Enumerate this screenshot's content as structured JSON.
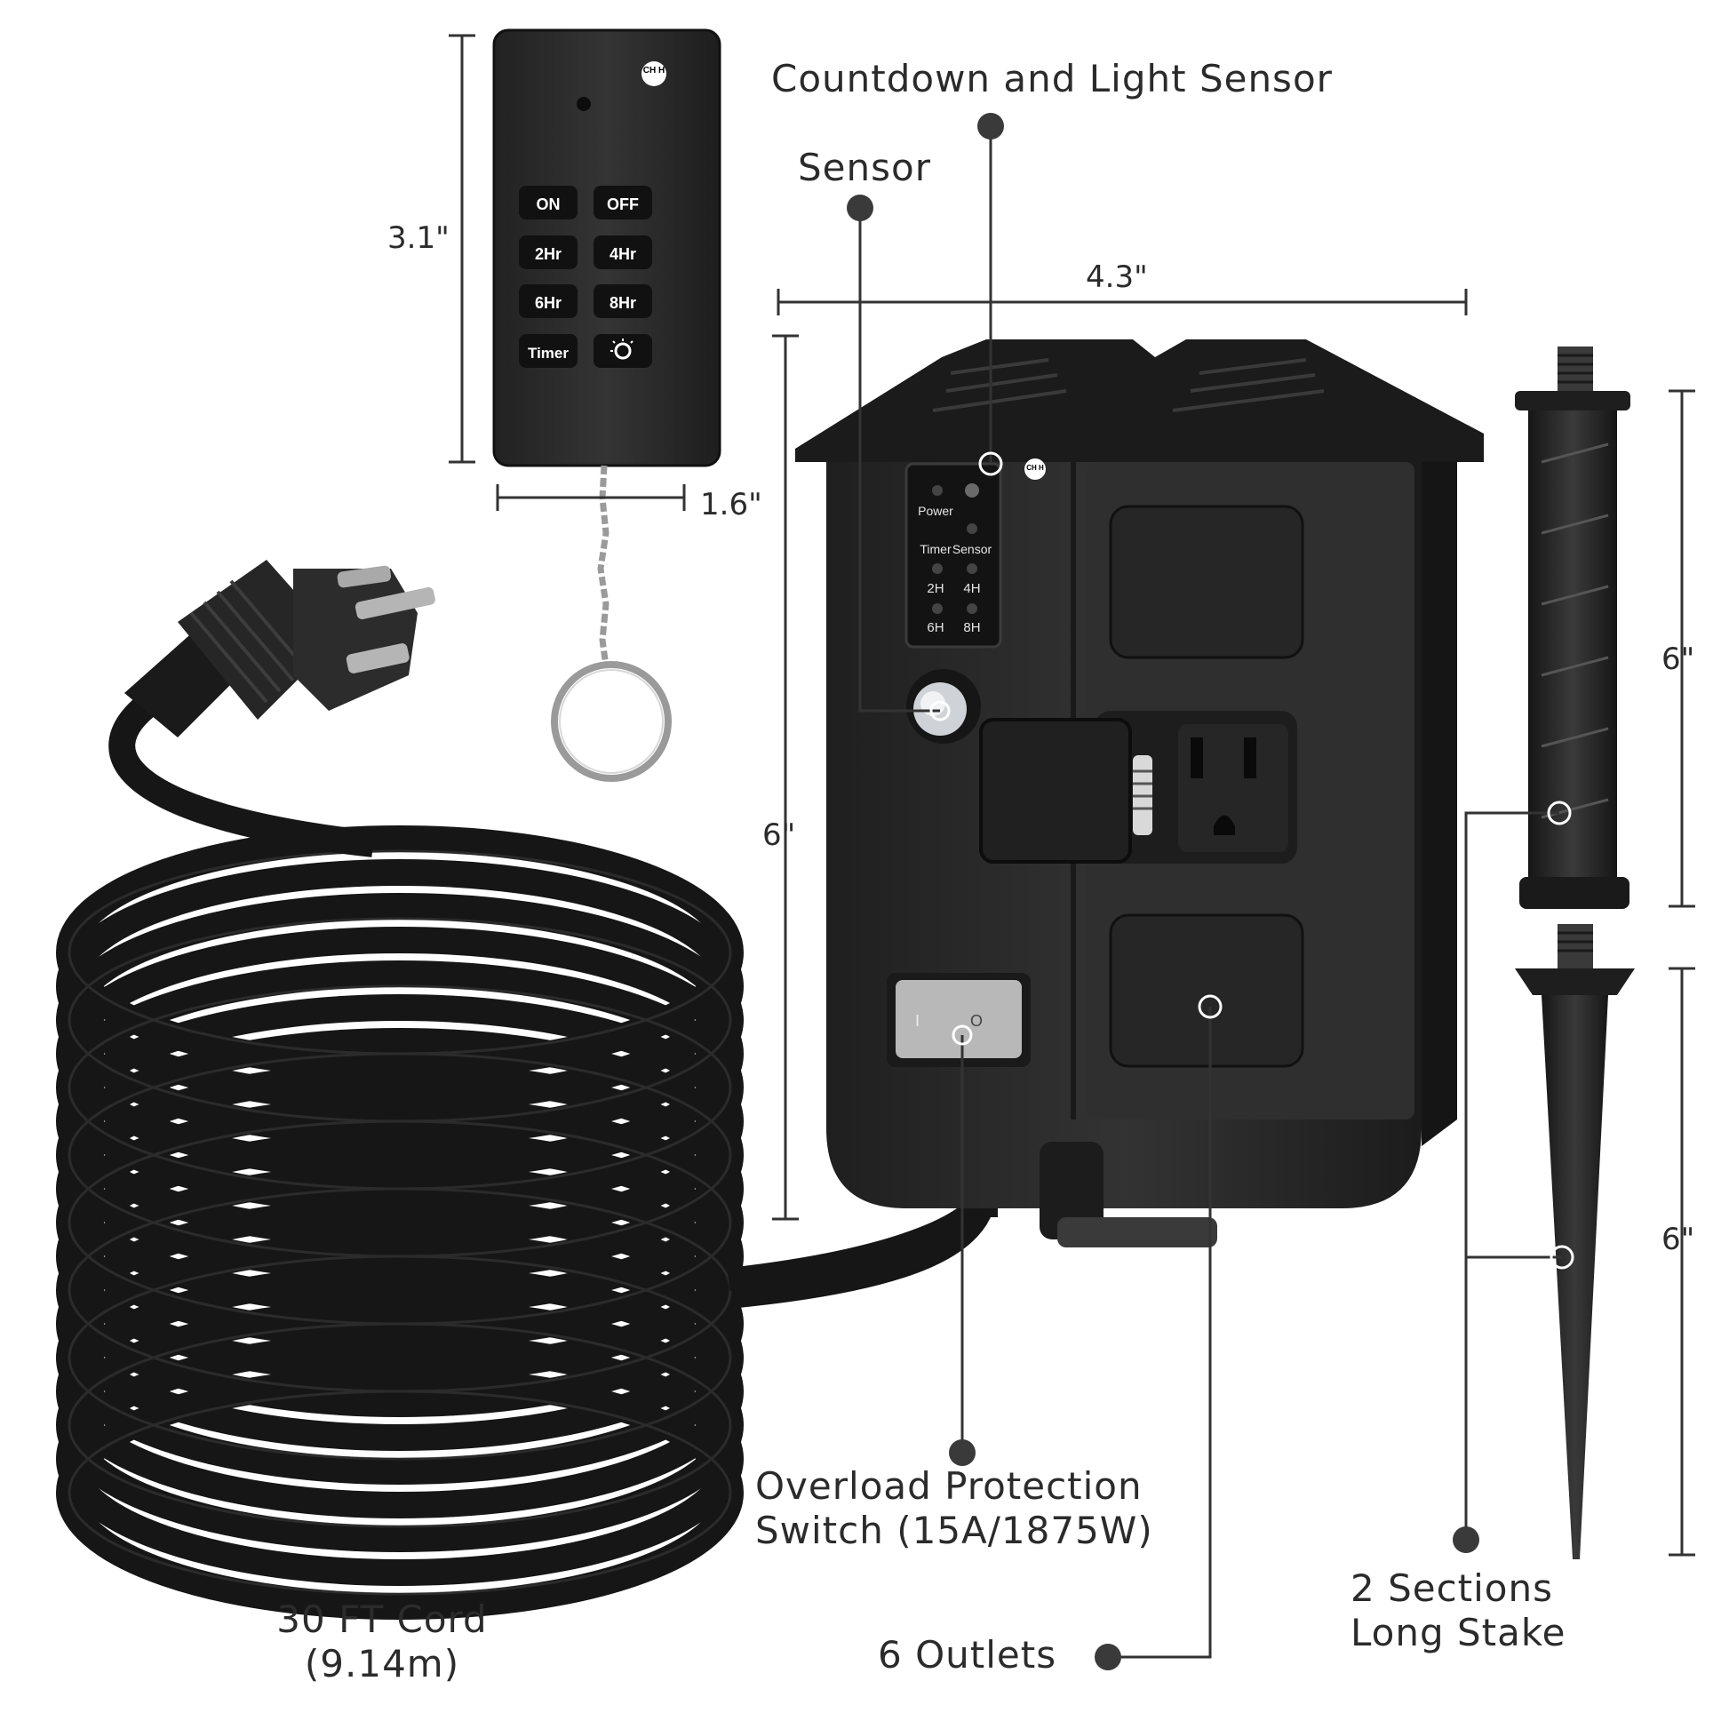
{
  "labels": {
    "countdown_sensor": "Countdown and Light Sensor",
    "sensor": "Sensor",
    "overload_line1": "Overload Protection",
    "overload_line2": "Switch (15A/1875W)",
    "outlets": "6 Outlets",
    "cord_line1": "30 FT Cord",
    "cord_line2": "(9.14m)",
    "stake_line1": "2 Sections",
    "stake_line2": "Long Stake"
  },
  "dimensions": {
    "remote_height": "3.1\"",
    "remote_width": "1.6\"",
    "box_width": "4.3\"",
    "box_height": "6\"",
    "stake_upper": "6\"",
    "stake_lower": "6\""
  },
  "remote": {
    "brand": "CH H",
    "buttons": [
      "ON",
      "OFF",
      "2Hr",
      "4Hr",
      "6Hr",
      "8Hr",
      "Timer"
    ]
  },
  "panel": {
    "brand": "CH H",
    "power": "Power",
    "timer": "Timer",
    "sensor": "Sensor",
    "h2": "2H",
    "h4": "4H",
    "h6": "6H",
    "h8": "8H",
    "switch_on": "I",
    "switch_off": "O"
  },
  "colors": {
    "device": "#2a2a2a",
    "device_edge": "#1a1a1a",
    "label_text": "#2b2b2b",
    "leader_dot": "#3a3a3a"
  }
}
